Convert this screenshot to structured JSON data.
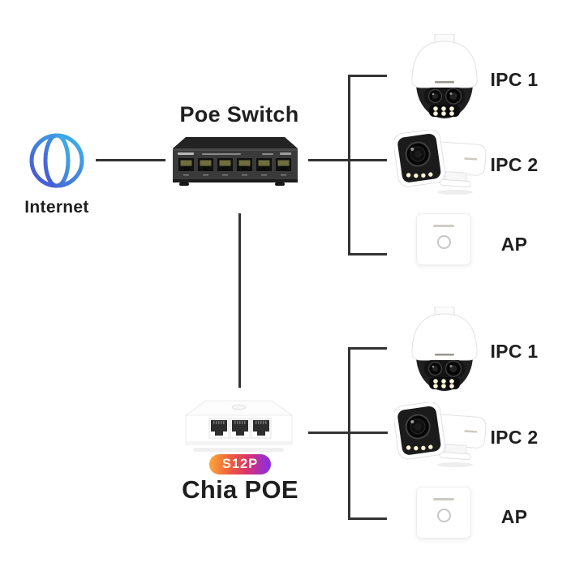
{
  "internet": {
    "label": "Internet"
  },
  "poe_switch": {
    "title": "Poe Switch"
  },
  "chia_poe": {
    "title": "Chia POE",
    "badge": "S12P"
  },
  "groups": {
    "top": {
      "items": [
        {
          "type": "ptz-camera",
          "label": "IPC 1"
        },
        {
          "type": "bullet-camera",
          "label": "IPC 2"
        },
        {
          "type": "access-point",
          "label": "AP"
        }
      ]
    },
    "bottom": {
      "items": [
        {
          "type": "ptz-camera",
          "label": "IPC 1"
        },
        {
          "type": "bullet-camera",
          "label": "IPC 2"
        },
        {
          "type": "access-point",
          "label": "AP"
        }
      ]
    }
  },
  "colors": {
    "connector_line": "#333333",
    "label_text": "#1f1f1f",
    "globe_gradient_start": "#4b4fd2",
    "globe_gradient_end": "#3bb8e8",
    "badge_gradient_start": "#f8a13a",
    "badge_gradient_end": "#8e2de2",
    "switch_body": "#3a3a3a"
  }
}
